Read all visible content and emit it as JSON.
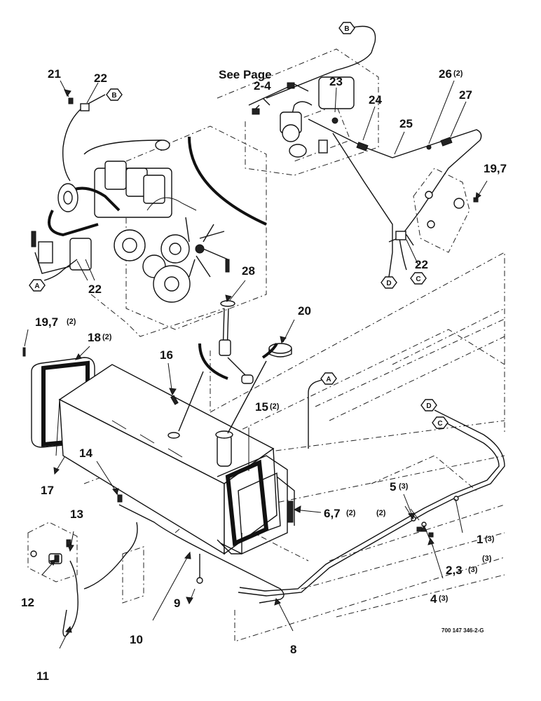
{
  "drawing_number": "700 147 346-2-G",
  "see_page": {
    "line1": "See Page",
    "line2": "2-4"
  },
  "connectors": {
    "A": "A",
    "B": "B",
    "C": "C",
    "D": "D"
  },
  "callouts": {
    "c1": "1",
    "c1q": "(3)",
    "c2": "2,3",
    "c2q": "(3)",
    "c2q2": "(3)",
    "c4": "4",
    "c4q": "(3)",
    "c5": "5",
    "c5q": "(3)",
    "c6": "6,7",
    "c6q": "(2)",
    "c6q2": "(2)",
    "c8": "8",
    "c9": "9",
    "c10": "10",
    "c11": "11",
    "c12": "12",
    "c13": "13",
    "c14": "14",
    "c15": "15",
    "c15q": "(2)",
    "c16": "16",
    "c17": "17",
    "c18": "18",
    "c18q": "(2)",
    "c19a": "19,7",
    "c19aq": "(2)",
    "c19b": "19,7",
    "c20": "20",
    "c21": "21",
    "c22a": "22",
    "c22b": "22",
    "c22c": "22",
    "c23": "23",
    "c24": "24",
    "c25": "25",
    "c26": "26",
    "c26q": "(2)",
    "c27": "27",
    "c28": "28"
  }
}
